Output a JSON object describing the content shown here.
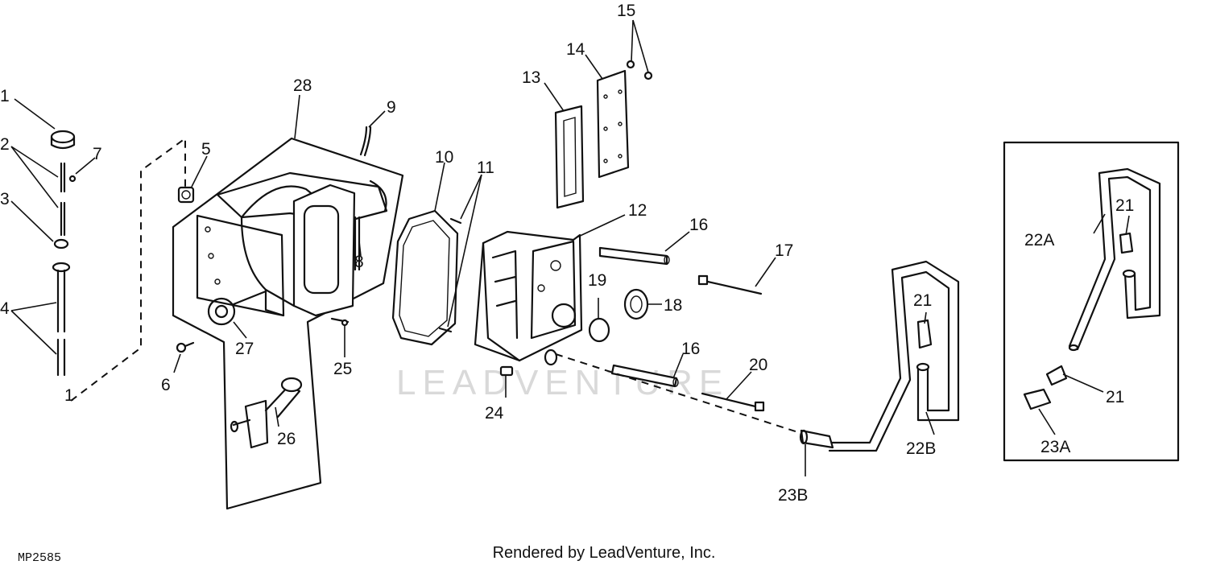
{
  "watermark": "LEADVENTURE",
  "footer": "Rendered by LeadVenture, Inc.",
  "figure_code": "MP2585",
  "callouts": [
    "1",
    "2",
    "3",
    "4",
    "5",
    "6",
    "7",
    "8",
    "9",
    "10",
    "11",
    "12",
    "13",
    "14",
    "15",
    "16",
    "16",
    "17",
    "18",
    "19",
    "20",
    "21",
    "21",
    "21",
    "22A",
    "22B",
    "23A",
    "23B",
    "24",
    "25",
    "26",
    "27",
    "28",
    "1"
  ]
}
